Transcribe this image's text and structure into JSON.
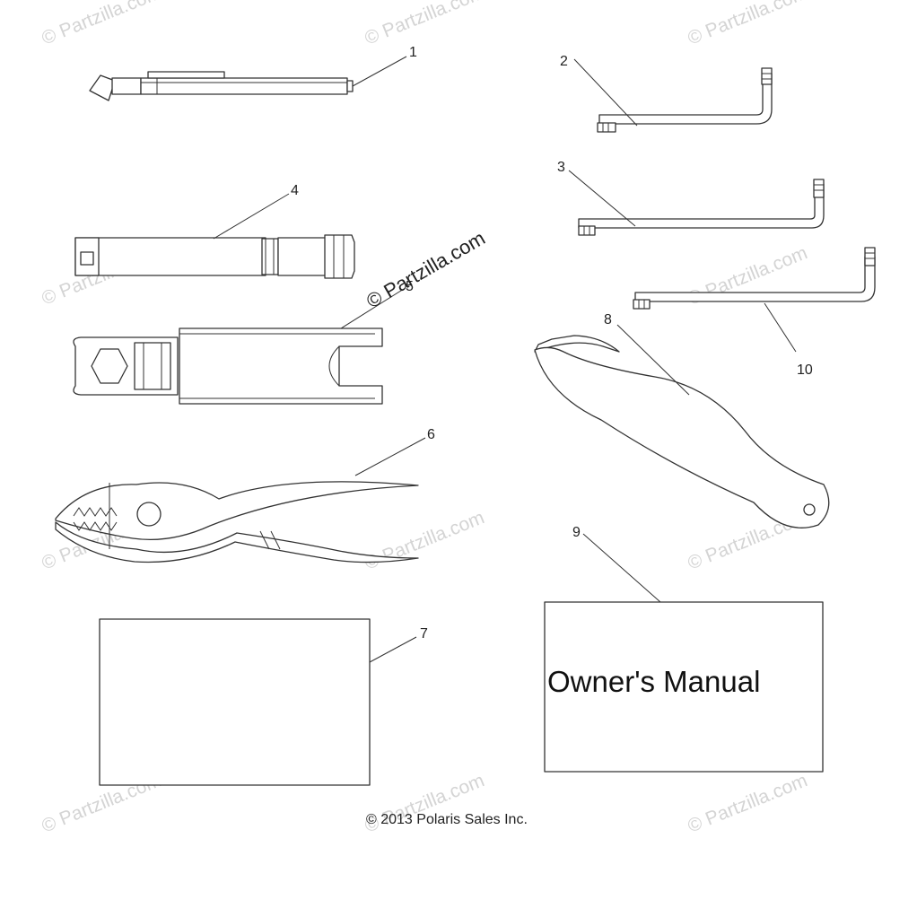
{
  "watermark": {
    "text": "© Partzilla.com",
    "center_text": "© Partzilla.com"
  },
  "callouts": {
    "c1": "1",
    "c2": "2",
    "c3": "3",
    "c4": "4",
    "c5": "5",
    "c6": "6",
    "c7": "7",
    "c8": "8",
    "c9": "9",
    "c10": "10"
  },
  "manual": {
    "title": "Owner's Manual"
  },
  "footer": {
    "copyright": "© 2013 Polaris Sales Inc."
  },
  "colors": {
    "line": "#333333",
    "watermark": "#d4d4d4",
    "background": "#ffffff"
  }
}
